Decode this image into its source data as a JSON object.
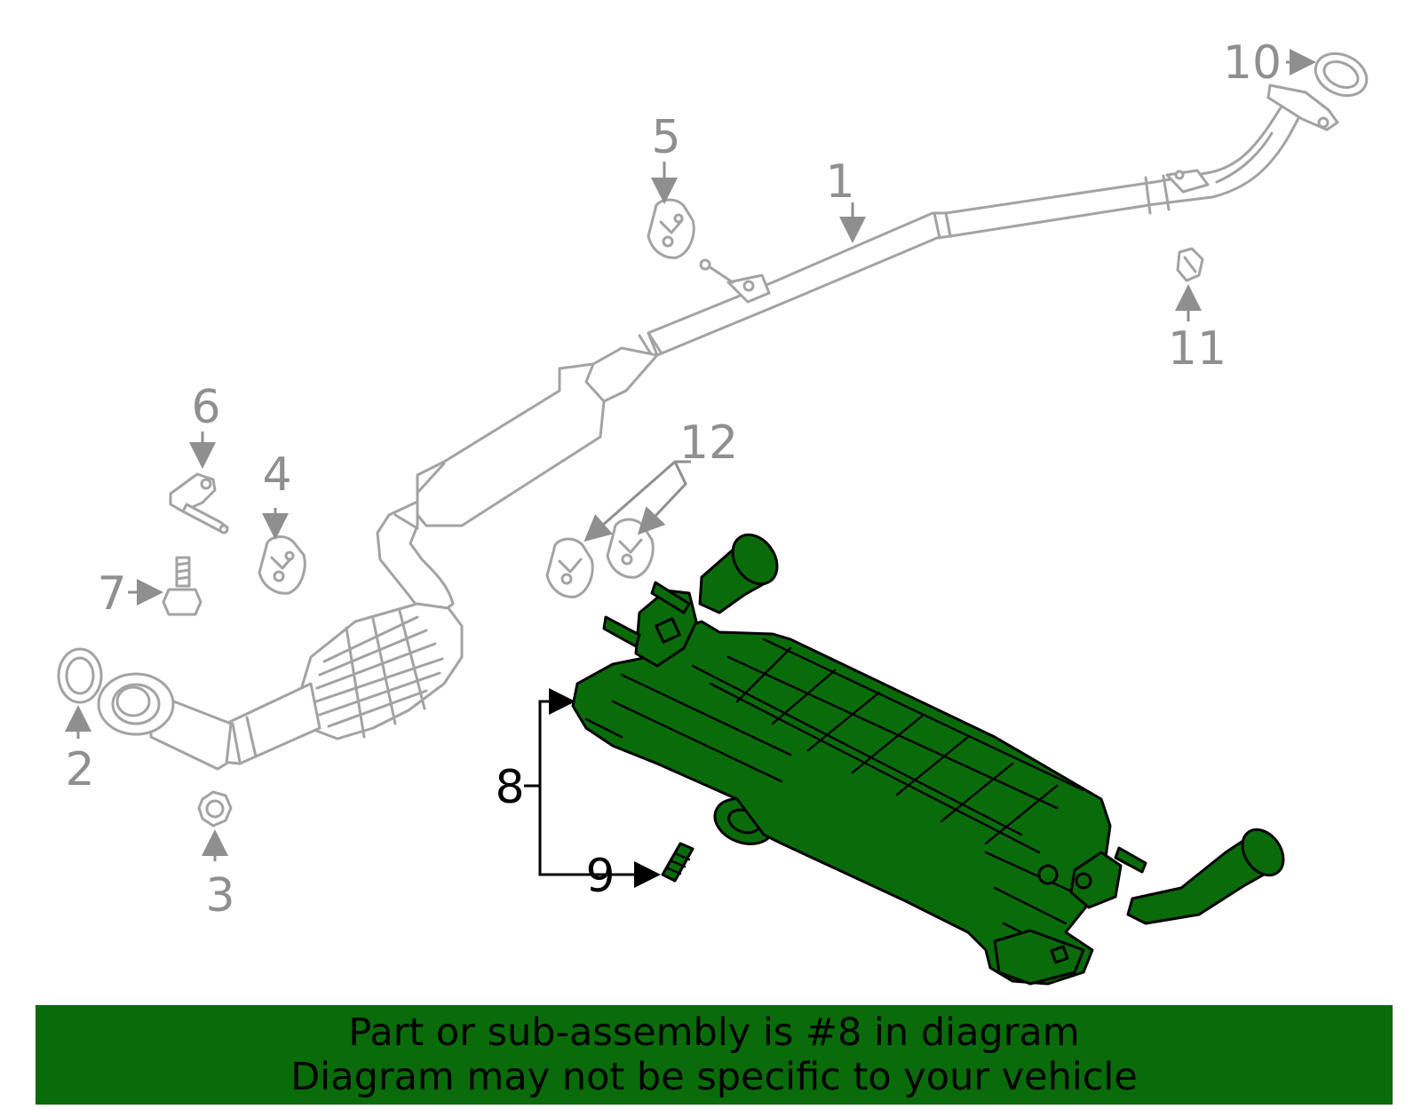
{
  "callouts": {
    "c1": "1",
    "c2": "2",
    "c3": "3",
    "c4": "4",
    "c5": "5",
    "c6": "6",
    "c7": "7",
    "c8": "8",
    "c9": "9",
    "c10": "10",
    "c11": "11",
    "c12": "12"
  },
  "highlighted_part": "8",
  "colors": {
    "highlight": "#0a6b0a",
    "parts": "#a3a3a3",
    "callout_grey": "#8f8f8f",
    "callout_active": "#000000"
  },
  "banner": {
    "line1": "Part or sub-assembly is #8 in diagram",
    "line2": "Diagram may not be specific to your vehicle"
  }
}
